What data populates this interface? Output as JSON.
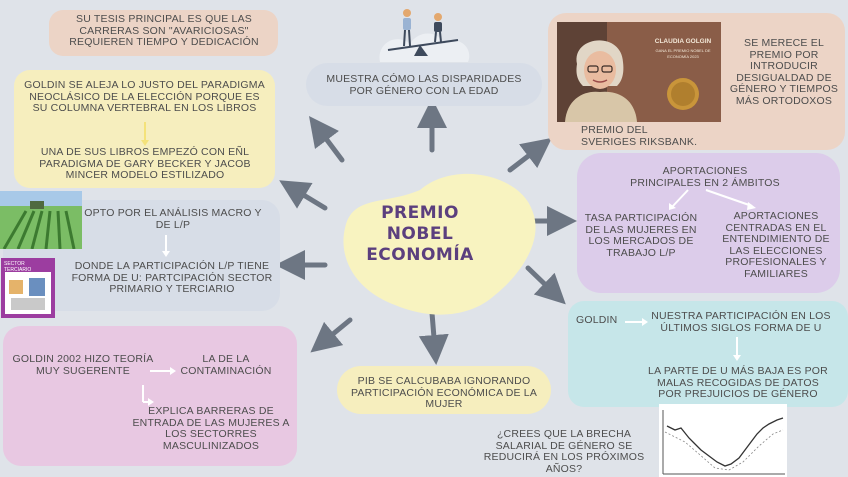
{
  "center": {
    "title_lines": [
      "PREMIO",
      "NOBEL",
      "ECONOMÍA"
    ]
  },
  "box_thesis": "SU TESIS PRINCIPAL ES QUE LAS CARRERAS SON \"AVARICIOSAS\" REQUIEREN TIEMPO Y DEDICACIÓN",
  "box_paradigm": {
    "text1": "GOLDIN SE ALEJA LO JUSTO DEL PARADIGMA NEOCLÁSICO DE LA ELECCIÓN PORQUE ES SU COLUMNA VERTEBRAL EN LOS LIBROS",
    "text2": "UNA DE SUS LIBROS EMPEZÓ CON EÑL PARADIGMA DE GARY BECKER Y JACOB MINCER MODELO ESTILIZADO"
  },
  "box_macro": {
    "text1": "OPTO POR EL ANÁLISIS MACRO Y DE L/P",
    "text2": "DONDE LA PARTICIPACIÓN L/P TIENE FORMA DE U: PARTCIPACIÓN SECTOR PRIMARIO Y TERCIARIO",
    "sector_label": "SECTOR TERCIARIO"
  },
  "box_2002": {
    "text1": "GOLDIN 2002 HIZO TEORÍA MUY SUGERENTE",
    "text2": "LA DE LA CONTAMINACIÓN",
    "text3": "EXPLICA BARRERAS DE ENTRADA DE LAS MUJERES A LOS SECTORRES MASCULINIZADOS"
  },
  "box_age": "MUESTRA CÓMO LAS DISPARIDADES POR GÉNERO  CON LA EDAD",
  "box_pib": "PIB SE CALCUBABA IGNORANDO PARTICIPACIÓN ECONÓMICA DE LA MUJER",
  "box_prize": {
    "text": "SE MERECE EL PREMIO POR INTRODUCIR DESIGUALDAD DE GÉNERO Y TIEMPOS MÁS ORTODOXOS",
    "caption": "PREMIO DEL SVERIGES RIKSBANK.",
    "book_lines": [
      "CLAUDIA GOLGIN",
      "GANA EL PREMIO NOBEL DE",
      "ECONOMÍA 2023"
    ]
  },
  "box_aportaciones": {
    "title": "APORTACIONES PRINCIPALES EN 2 ÁMBITOS",
    "left": "TASA PARTICIPACIÓN DE LAS MUJERES EN LOS MERCADOS DE TRABAJO L/P",
    "right": "APORTACIONES CENTRADAS EN EL ENTENDIMIENTO DE LAS ELECCIONES PROFESIONALES Y FAMILIARES"
  },
  "box_goldin_u": {
    "label": "GOLDIN",
    "text1": "NUESTRA PARTICIPACIÓN EN LOS ÚLTIMOS SIGLOS FORMA DE U",
    "text2": "LA PARTE DE U MÁS BAJA ES POR MALAS RECOGIDAS DE DATOS POR PREJUICIOS DE GÉNERO"
  },
  "question": "¿CREES QUE LA BRECHA SALARIAL DE GÉNERO SE REDUCIRÁ EN LOS PRÓXIMOS AÑOS?",
  "colors": {
    "peach": "#ecd4c6",
    "yellow": "#f6eebe",
    "grey_blue": "#d7dde7",
    "pink": "#e8c8e2",
    "lilac": "#dcccea",
    "teal": "#c6e6e9",
    "center": "#f8f3c0",
    "title": "#5b3f7e",
    "arrow": "#6d7683"
  }
}
